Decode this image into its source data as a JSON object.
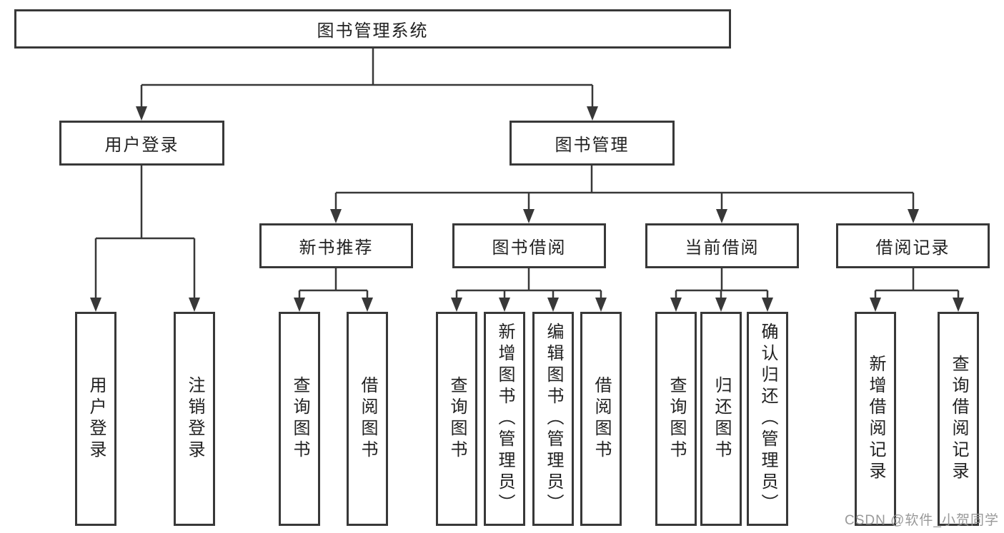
{
  "diagram": {
    "root": {
      "label": "图书管理系统"
    },
    "branches": [
      {
        "label": "用户登录",
        "children": [
          {
            "label": "用户登录"
          },
          {
            "label": "注销登录"
          }
        ]
      },
      {
        "label": "图书管理",
        "children": [
          {
            "label": "新书推荐",
            "children": [
              {
                "label": "查询图书"
              },
              {
                "label": "借阅图书"
              }
            ]
          },
          {
            "label": "图书借阅",
            "children": [
              {
                "label": "查询图书"
              },
              {
                "label": "新增图书（管理员）"
              },
              {
                "label": "编辑图书（管理员）"
              },
              {
                "label": "借阅图书"
              }
            ]
          },
          {
            "label": "当前借阅",
            "children": [
              {
                "label": "查询图书"
              },
              {
                "label": "归还图书"
              },
              {
                "label": "确认归还（管理员）"
              }
            ]
          },
          {
            "label": "借阅记录",
            "children": [
              {
                "label": "新增借阅记录"
              },
              {
                "label": "查询借阅记录"
              }
            ]
          }
        ]
      }
    ]
  },
  "watermark": {
    "text": "CSDN @软件_小贺同学"
  },
  "colors": {
    "line": "#383838",
    "box_border": "#383838",
    "text": "#212121",
    "watermark": "#949494",
    "background": "#ffffff"
  }
}
